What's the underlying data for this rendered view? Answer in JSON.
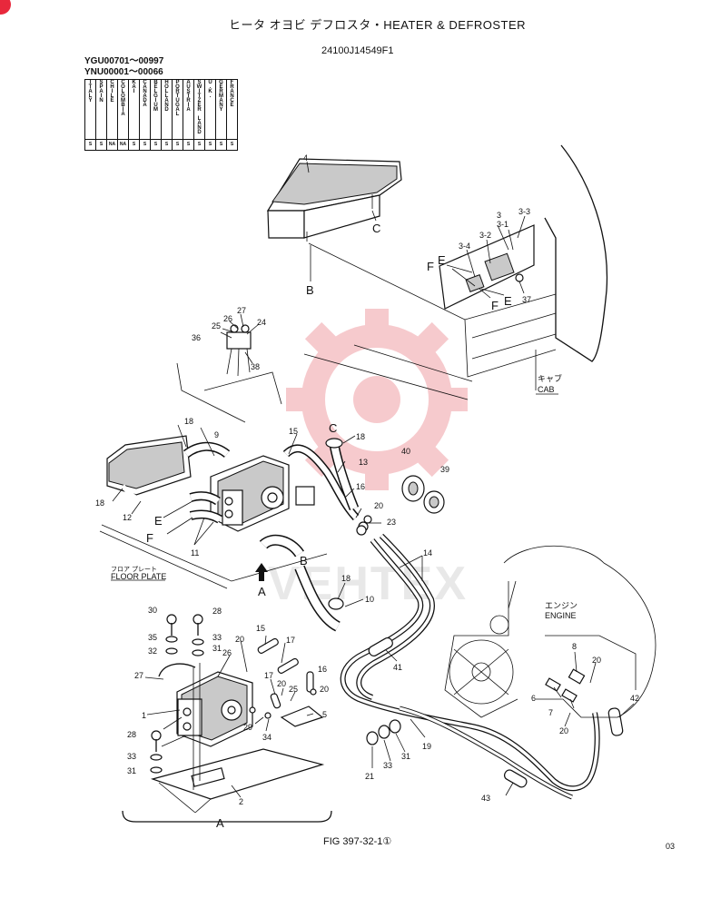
{
  "header": {
    "title": "ヒータ オヨビ デフロスタ・HEATER & DEFROSTER",
    "part_code": "24100J14549F1"
  },
  "serial_ranges": [
    "YGU00701～00997",
    "YNU00001～00066"
  ],
  "country_table": {
    "countries": [
      "ITALY",
      "SPAIN",
      "CHILE",
      "COLOMBIA",
      "KAI",
      "CANADA",
      "BELGIUM",
      "HOLLAND",
      "PORTUGAL",
      "AUSTRIA",
      "SWITZER LAND",
      "U.K.",
      "GERMANY",
      "FRANCE"
    ],
    "codes": [
      "S",
      "S",
      "NA",
      "NA",
      "S",
      "S",
      "S",
      "S",
      "S",
      "S",
      "S",
      "S",
      "S",
      "S"
    ]
  },
  "labels": {
    "cab_jp": "キャブ",
    "cab": "CAB",
    "engine_jp": "エンジン",
    "engine": "ENGINE",
    "floor_jp": "フロア プレート",
    "floor": "FLOOR PLATE",
    "letters": {
      "A": "A",
      "B": "B",
      "C": "C",
      "E": "E",
      "F": "F"
    }
  },
  "callouts": {
    "n1": "1",
    "n2": "2",
    "n3": "3",
    "n3_1": "3-1",
    "n3_2": "3-2",
    "n3_3": "3-3",
    "n3_4": "3-4",
    "n4": "4",
    "n5": "5",
    "n6": "6",
    "n7": "7",
    "n8": "8",
    "n9": "9",
    "n10": "10",
    "n11": "11",
    "n12": "12",
    "n13": "13",
    "n14": "14",
    "n15": "15",
    "n16": "16",
    "n17": "17",
    "n18": "18",
    "n19": "19",
    "n20": "20",
    "n21": "21",
    "n23": "23",
    "n24": "24",
    "n25": "25",
    "n26": "26",
    "n27": "27",
    "n28": "28",
    "n29": "29",
    "n30": "30",
    "n31": "31",
    "n32": "32",
    "n33": "33",
    "n34": "34",
    "n35": "35",
    "n36": "36",
    "n37": "37",
    "n38": "38",
    "n39": "39",
    "n40": "40",
    "n41": "41",
    "n42": "42",
    "n43": "43"
  },
  "watermark": "VEHTEX",
  "footer": {
    "figure": "FIG 397-32-1①",
    "page": "03"
  },
  "colors": {
    "ink": "#111111",
    "watermark": "#f0a0a6",
    "badge": "#e8283c"
  }
}
